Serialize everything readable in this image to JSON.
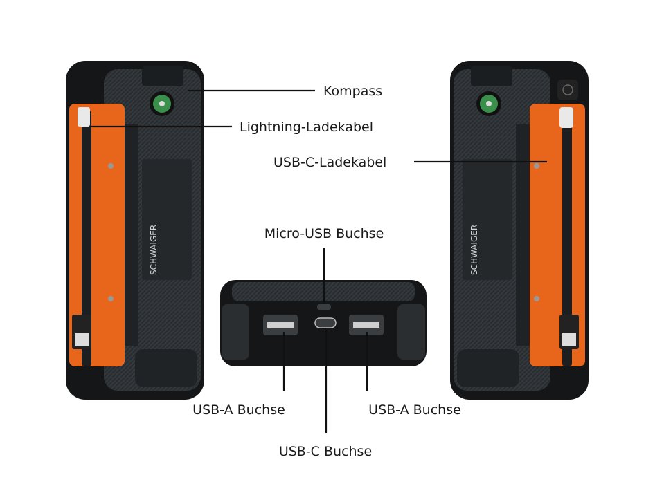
{
  "labels": {
    "compass": "Kompass",
    "lightning_cable": "Lightning-Ladekabel",
    "usbc_cable": "USB-C-Ladekabel",
    "micro_usb_port": "Micro-USB Buchse",
    "usba_port_left": "USB-A Buchse",
    "usba_port_right": "USB-A Buchse",
    "usbc_port": "USB-C Buchse"
  },
  "product": {
    "brand": "SCHWAIGER"
  },
  "colors": {
    "body": "#2b2f33",
    "bumper": "#141617",
    "accent_orange": "#e8661c",
    "compass_green": "#3a8f4a"
  }
}
